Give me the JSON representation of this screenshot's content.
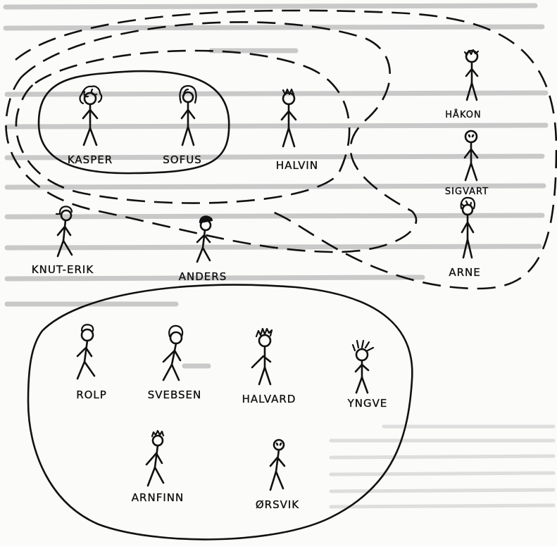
{
  "groups": [
    {
      "id": "inner-circle",
      "style": "solid",
      "members": [
        "KASPER",
        "SOFUS"
      ]
    },
    {
      "id": "middle-circle",
      "style": "dashed",
      "members": [
        "KASPER",
        "SOFUS",
        "HALVIN"
      ]
    },
    {
      "id": "outer-circle",
      "style": "dashed",
      "members": [
        "KASPER",
        "SOFUS",
        "HALVIN",
        "KNUT-ERIK",
        "ANDERS"
      ]
    },
    {
      "id": "right-group",
      "style": "dashed",
      "members": [
        "KASPER",
        "SOFUS",
        "HALVIN",
        "HÅKON",
        "SIGVART",
        "ARNE"
      ]
    },
    {
      "id": "bottom-group",
      "style": "solid",
      "members": [
        "ROLP",
        "SVEBSEN",
        "HALVARD",
        "YNGVE",
        "ARNFINN",
        "ØRSVIK"
      ]
    }
  ],
  "people": {
    "kasper": "KASPER",
    "sofus": "SOFUS",
    "halvin": "HALVIN",
    "hakon": "HÅKON",
    "sigvart": "SIGVART",
    "arne": "ARNE",
    "knut_erik": "KNUT-ERIK",
    "anders": "ANDERS",
    "rolp": "ROLP",
    "svebsen": "SVEBSEN",
    "halvard": "HALVARD",
    "yngve": "YNGVE",
    "arnfinn": "ARNFINN",
    "orsvik": "ØRSVIK"
  },
  "colors": {
    "ink": "#111111",
    "paper": "#fbfbf9",
    "bleed_through": "#c9c9c9"
  }
}
